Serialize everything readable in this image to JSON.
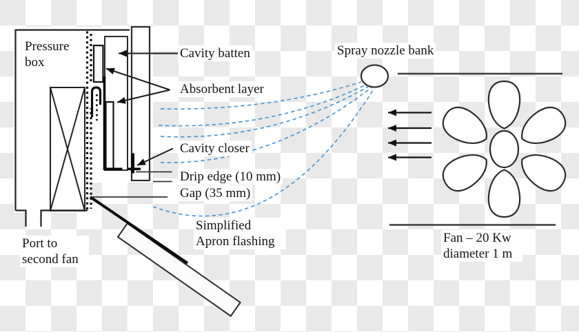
{
  "labels": {
    "pressure_box": "Pressure box",
    "cavity_batten": "Cavity batten",
    "absorbent_layer": "Absorbent layer",
    "cavity_closer": "Cavity closer",
    "drip_edge": "Drip edge (10 mm)",
    "gap": "Gap (35 mm)",
    "apron_flashing": "Simplified Apron flashing",
    "port_to_second_fan": "Port to second fan",
    "spray_nozzle_bank": "Spray nozzle bank",
    "fan_spec": "Fan – 20 Kw diameter 1 m"
  },
  "colors": {
    "spray_dash_blue": "#4f97d0",
    "line_ink": "#222222",
    "checker_gray": "#e9e9e9",
    "paper_white": "#ffffff"
  },
  "icons": {
    "spray_nozzle_icon": "outlined-circle",
    "fan_rotor_icon": "six-petal-rotor",
    "airflow_arrow_icon": "left-pointing-arrow",
    "annotation_arrowhead_icon": "filled-triangle"
  }
}
